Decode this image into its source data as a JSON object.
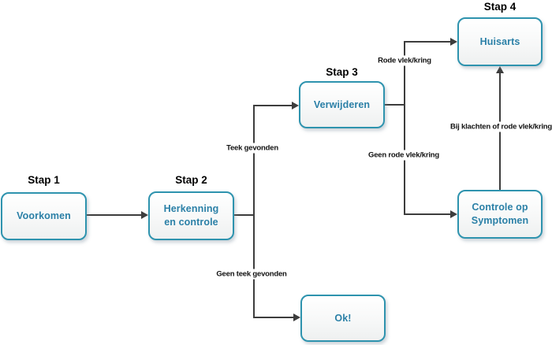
{
  "diagram": {
    "type": "flowchart",
    "language": "nl",
    "nodes": [
      {
        "step_title": "Stap 1",
        "label": "Voorkomen"
      },
      {
        "step_title": "Stap 2",
        "label": "Herkenning\nen controle"
      },
      {
        "step_title": "Stap 3",
        "label": "Verwijderen"
      },
      {
        "step_title": "Stap 4",
        "label": "Huisarts"
      },
      {
        "step_title": "",
        "label": "Controle op\nSymptomen"
      },
      {
        "step_title": "",
        "label": "Ok!"
      }
    ],
    "edges": [
      {
        "from": "Voorkomen",
        "to": "Herkenning en controle",
        "label": ""
      },
      {
        "from": "Herkenning en controle",
        "to": "Verwijderen",
        "label": "Teek gevonden"
      },
      {
        "from": "Herkenning en controle",
        "to": "Ok!",
        "label": "Geen teek gevonden"
      },
      {
        "from": "Verwijderen",
        "to": "Huisarts",
        "label": "Rode vlek/kring"
      },
      {
        "from": "Verwijderen",
        "to": "Controle op Symptomen",
        "label": "Geen rode vlek/kring"
      },
      {
        "from": "Controle op Symptomen",
        "to": "Huisarts",
        "label": "Bij klachten of rode vlek/kring"
      }
    ],
    "colors": {
      "node_border": "#2e93ae",
      "node_text": "#2b80a7",
      "node_fill_top": "#ffffff",
      "node_fill_bottom": "#eef0f0",
      "connector": "#3d3d3d",
      "edge_label_text": "#111111",
      "background": "#ffffff"
    }
  }
}
